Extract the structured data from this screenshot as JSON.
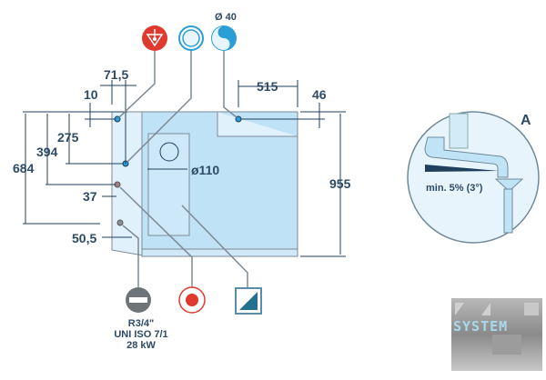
{
  "dimensions": {
    "d71_5": "71,5",
    "d10": "10",
    "d275": "275",
    "d394": "394",
    "d684": "684",
    "d37": "37",
    "d50_5": "50,5",
    "d515": "515",
    "d46": "46",
    "d955": "955",
    "d110": "ø110",
    "d40": "Ø 40"
  },
  "gas_connection": {
    "line1": "R3/4\"",
    "line2": "UNI ISO 7/1",
    "line3": "28 kW"
  },
  "detail": {
    "label": "A",
    "slope": "min. 5% (3°)"
  },
  "logo": {
    "text": "SYSTEM"
  },
  "colors": {
    "red": "#e03a2f",
    "blue": "#2a9fd6",
    "body": "#c9e6f7",
    "dark": "#1f3f5c"
  }
}
